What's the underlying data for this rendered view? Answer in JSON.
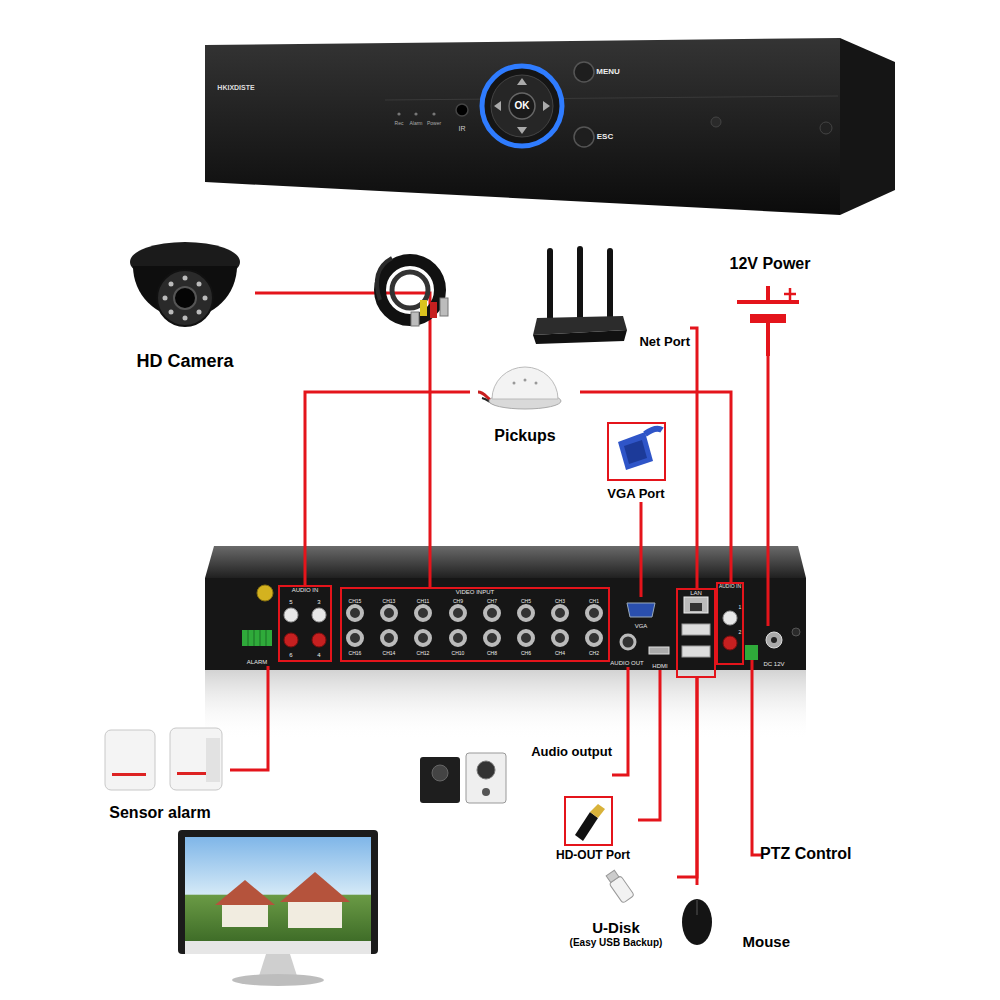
{
  "diagram": {
    "nodes": [
      {
        "text": [
          "HD Camera"
        ]
      },
      {
        "text": [
          "Net Port"
        ]
      },
      {
        "text": [
          "12V Power"
        ]
      },
      {
        "text": [
          "Pickups"
        ]
      },
      {
        "text": [
          "VGA Port"
        ]
      },
      {
        "text": [
          "AUDIO IN"
        ]
      },
      {
        "text": [
          "VIDEO INPUT"
        ]
      },
      {
        "text": [
          "VGA"
        ]
      },
      {
        "text": [
          "LAN"
        ]
      },
      {
        "text": [
          "AUDIO IN"
        ]
      },
      {
        "text": [
          "DC 12V"
        ]
      },
      {
        "text": [
          "ALARM"
        ]
      },
      {
        "text": [
          "AUDIO OUT"
        ]
      },
      {
        "text": [
          "HDMI"
        ]
      },
      {
        "text": [
          "Sensor alarm"
        ]
      },
      {
        "text": [
          "Audio output"
        ]
      },
      {
        "text": [
          "HD-OUT Port"
        ]
      },
      {
        "text": [
          "PTZ Control"
        ]
      },
      {
        "text": [
          "U-Disk",
          "(Easy USB Backup)"
        ]
      },
      {
        "text": [
          "Mouse"
        ]
      }
    ],
    "edges": [
      {
        "from": 0,
        "to": 6,
        "arrow": "none"
      },
      {
        "from": 3,
        "to": 5,
        "arrow": "none"
      },
      {
        "from": 3,
        "to": 9,
        "arrow": "none"
      },
      {
        "from": 1,
        "to": 8,
        "arrow": "none"
      },
      {
        "from": 2,
        "to": 10,
        "arrow": "none"
      },
      {
        "from": 4,
        "to": 7,
        "arrow": "none"
      },
      {
        "from": 14,
        "to": 11,
        "arrow": "none"
      },
      {
        "from": 15,
        "to": 12,
        "arrow": "none"
      },
      {
        "from": 16,
        "to": 13,
        "arrow": "none"
      },
      {
        "from": 8,
        "to": 18,
        "arrow": "none"
      },
      {
        "from": 8,
        "to": 19,
        "arrow": "none"
      }
    ],
    "labels": [
      "HKIXDISTE",
      "Rec",
      "Alarm",
      "Power",
      "IR",
      "OK",
      "MENU",
      "ESC",
      "5",
      "3",
      "6",
      "4",
      "CH15",
      "CH13",
      "CH11",
      "CH9",
      "CH7",
      "CH5",
      "CH3",
      "CH1",
      "CH16",
      "CH14",
      "CH12",
      "CH10",
      "CH8",
      "CH6",
      "CH4",
      "CH2",
      "1",
      "2"
    ]
  }
}
